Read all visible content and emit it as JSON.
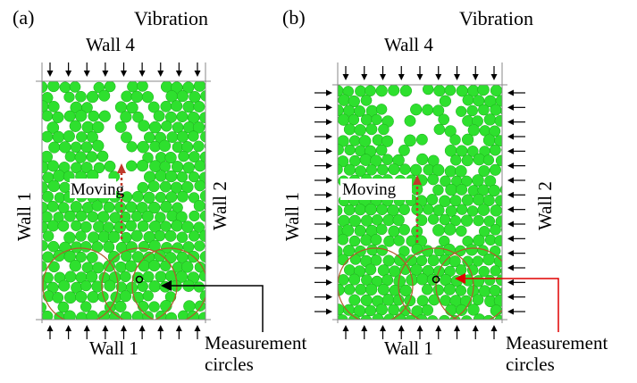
{
  "panels": [
    {
      "id": "a",
      "panel_label": "(a)",
      "top_label": "Vibration",
      "top_wall": "Wall 4",
      "bottom_wall": "Wall 1",
      "left_wall": "Wall 1",
      "right_wall": "Wall 2",
      "moving_label": "Moving",
      "measurement_label_line1": "Measurement",
      "measurement_label_line2": "circles",
      "side_pressure": false,
      "pointer_color": "#000000"
    },
    {
      "id": "b",
      "panel_label": "(b)",
      "top_label": "Vibration",
      "top_wall": "Wall 4",
      "bottom_wall": "Wall 1",
      "left_wall": "Wall 1",
      "right_wall": "Wall 2",
      "moving_label": "Moving",
      "measurement_label_line1": "Measurement",
      "measurement_label_line2": "circles",
      "side_pressure": true,
      "pointer_color": "#e00000"
    }
  ],
  "colors": {
    "particle": "#2ee02e",
    "particle_edge": "#1aa81a",
    "measurement_circle": "#b05a2a",
    "moving_arrow": "#c0392b",
    "wall": "#888888"
  }
}
